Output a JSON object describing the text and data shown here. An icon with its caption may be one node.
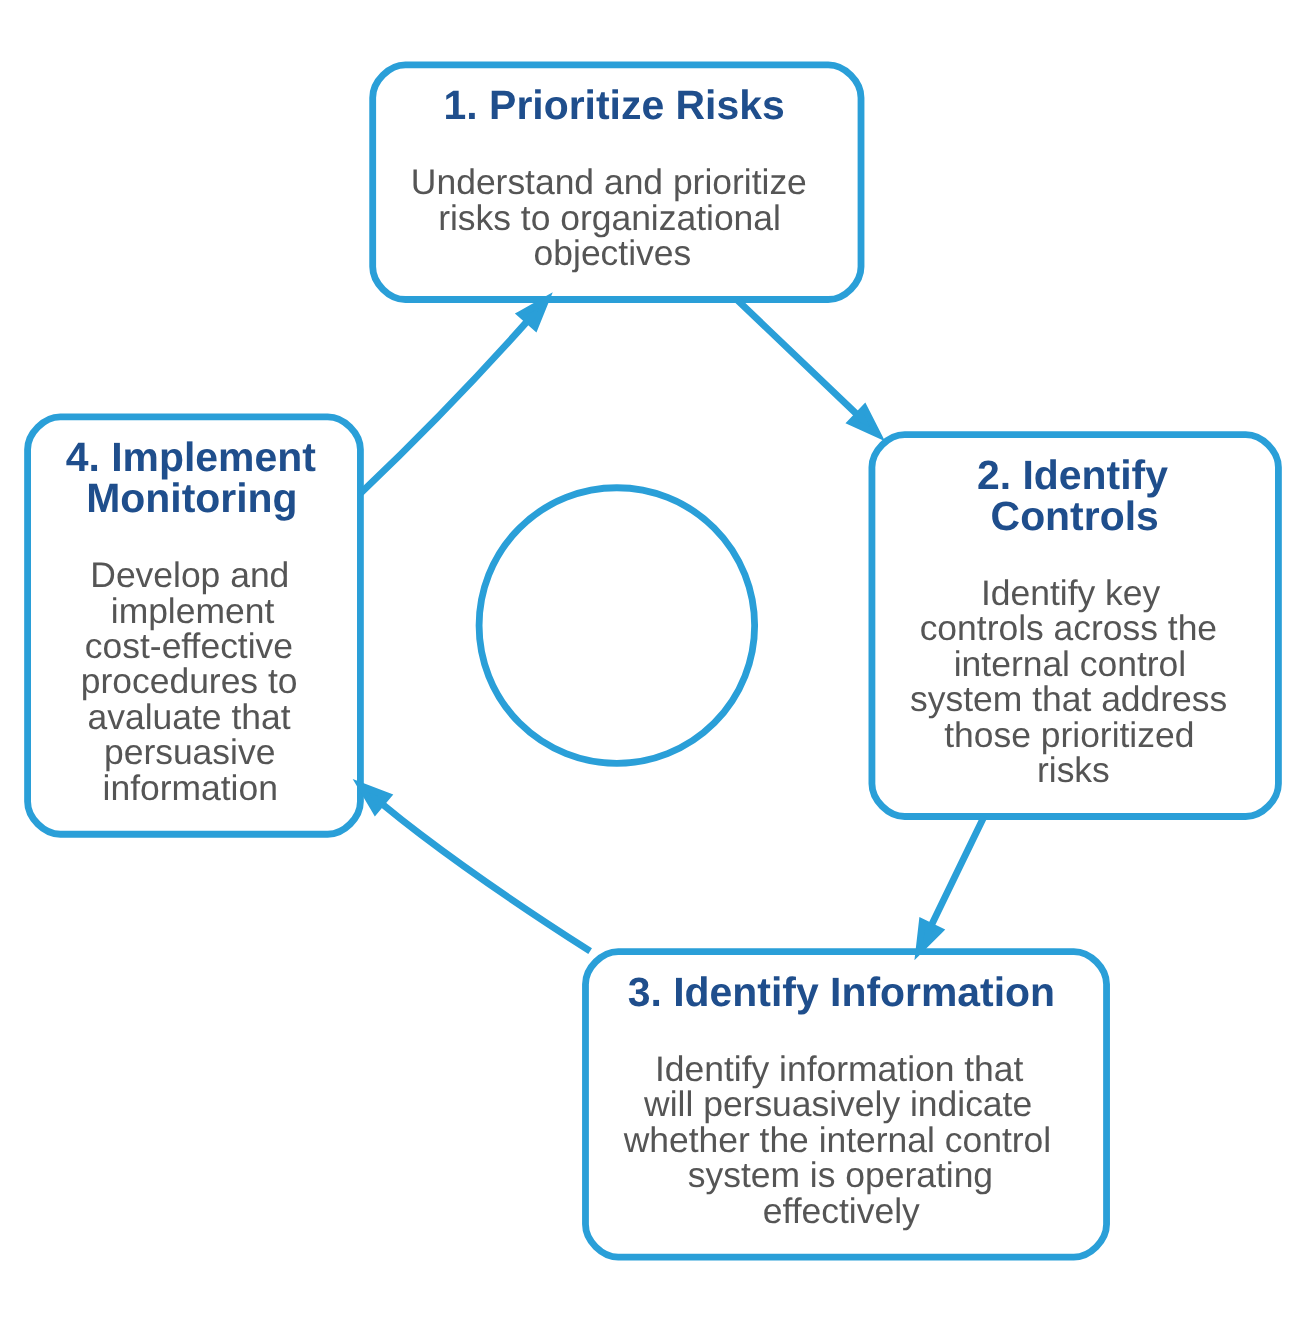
{
  "diagram": {
    "nodes": [
      {
        "text": [
          "1. Prioritize Risks",
          "Understand and prioritize risks to organizational objectives"
        ]
      },
      {
        "text": [
          "2. Identify Controls",
          "Identify key controls across the internal control system that address those prioritized risks"
        ]
      },
      {
        "text": [
          "3. Identify Information",
          "Identify information that will persuasively indicate whether the internal control system is operating effectively"
        ]
      },
      {
        "text": [
          "4. Implement Monitoring",
          "Develop and implement cost-effective procedures to avaluate that persuasive information"
        ]
      },
      {
        "text": [],
        "shape": "circle"
      }
    ],
    "edges": [
      {
        "from": 0,
        "to": 1,
        "arrow": "to"
      },
      {
        "from": 1,
        "to": 2,
        "arrow": "to"
      },
      {
        "from": 2,
        "to": 3,
        "arrow": "to"
      },
      {
        "from": 3,
        "to": 0,
        "arrow": "to"
      }
    ]
  }
}
